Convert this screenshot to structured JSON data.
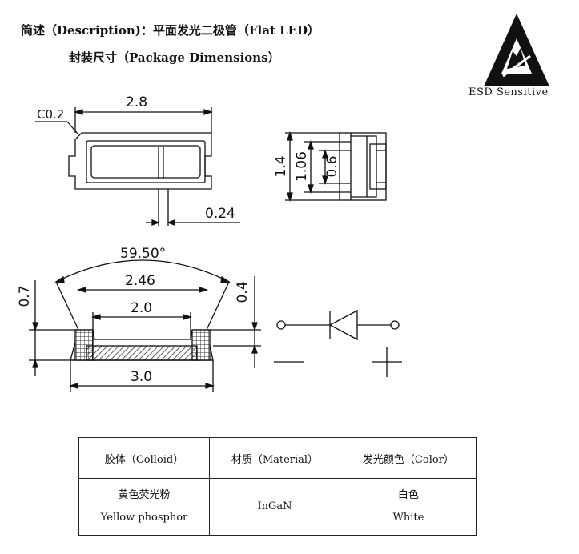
{
  "header": {
    "title_line1": "简述（Description)：平面发光二极管（Flat LED）",
    "title_line2": "封装尺寸（Package Dimensions）"
  },
  "esd": {
    "label": "ESD Sensitive"
  },
  "dimensions": {
    "top_view": {
      "chamfer": "C0.2",
      "length": "2.8",
      "pad_gap": "0.24"
    },
    "side_view": {
      "height": "1.4",
      "inner": "1.06",
      "lens": "0.6"
    },
    "front_view": {
      "angle": "59.50°",
      "top_width": "2.46",
      "inner_width": "2.0",
      "base_width": "3.0",
      "height_left": "0.7",
      "height_right": "0.4"
    }
  },
  "table": {
    "headers": [
      "胶体（Colloid）",
      "材质（Material）",
      "发光颜色（Color）"
    ],
    "colloid_cn": "黄色荧光粉",
    "colloid_en": "Yellow phosphor",
    "material": "InGaN",
    "color_cn": "白色",
    "color_en": "White"
  },
  "colors": {
    "line": "#111111",
    "hatch": "#333333",
    "background": "#ffffff"
  }
}
